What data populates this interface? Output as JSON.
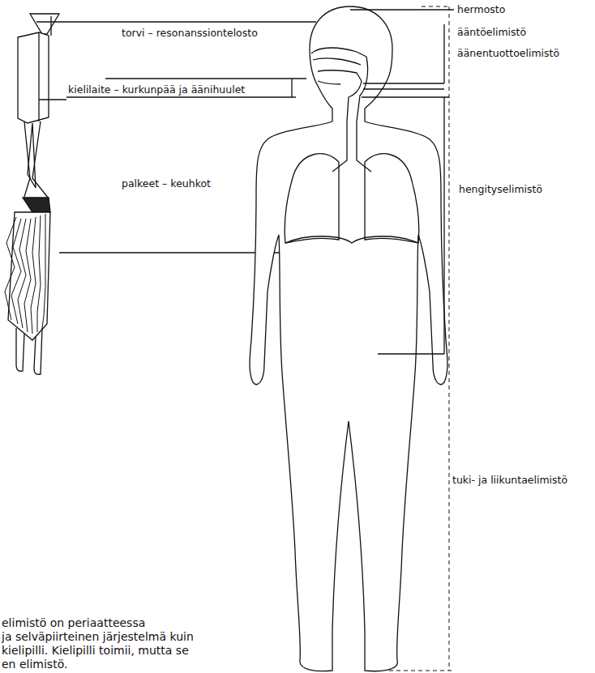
{
  "diagram": {
    "labels": [
      "hermosto",
      "ääntöelimistö",
      "äänentuottoelimistö",
      "hengityselimistö",
      "tuki- ja liikuntaelimistö",
      "torvi – resonanssiontelosto",
      "kielilaite – kurkunpää ja äänihuulet",
      "palkeet – keuhkot",
      "elimistö on periaatteessa",
      "ja selväpiirteinen järjestelmä kuin",
      "kielipilli. Kielipilli toimii, mutta se",
      "en elimistö."
    ]
  }
}
